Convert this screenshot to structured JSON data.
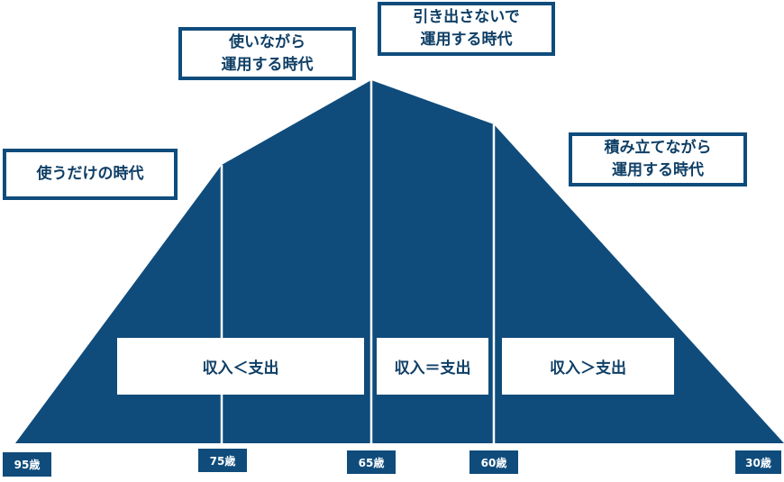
{
  "colors": {
    "primary": "#0f4c7c",
    "text": "#0f3f66",
    "background": "#ffffff"
  },
  "eras": [
    {
      "lines": [
        "使うだけの時代"
      ]
    },
    {
      "lines": [
        "使いながら",
        "運用する時代"
      ]
    },
    {
      "lines": [
        "引き出さないで",
        "運用する時代"
      ]
    },
    {
      "lines": [
        "積み立てながら",
        "運用する時代"
      ]
    }
  ],
  "flows": [
    "収入＜支出",
    "収入＝支出",
    "収入＞支出"
  ],
  "ages": [
    "95歳",
    "75歳",
    "65歳",
    "60歳",
    "30歳"
  ]
}
